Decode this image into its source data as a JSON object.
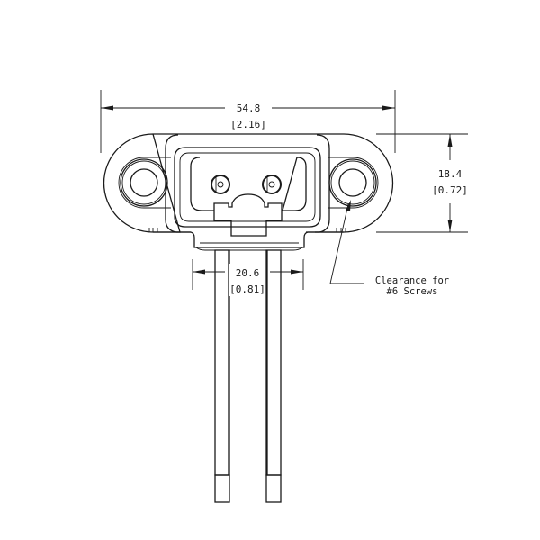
{
  "drawing": {
    "subject": "Panel-mount 2-pin connector with flange and lead wires",
    "line_color": "#1a1a1a",
    "background": "#ffffff"
  },
  "dimensions": {
    "overall_width": {
      "mm": "54.8",
      "in": "[2.16]"
    },
    "flange_height": {
      "mm": "18.4",
      "in": "[0.72]"
    },
    "lead_spacing": {
      "mm": "20.6",
      "in": "[0.81]"
    }
  },
  "notes": {
    "mounting_hole_line1": "Clearance for",
    "mounting_hole_line2": "#6 Screws"
  }
}
